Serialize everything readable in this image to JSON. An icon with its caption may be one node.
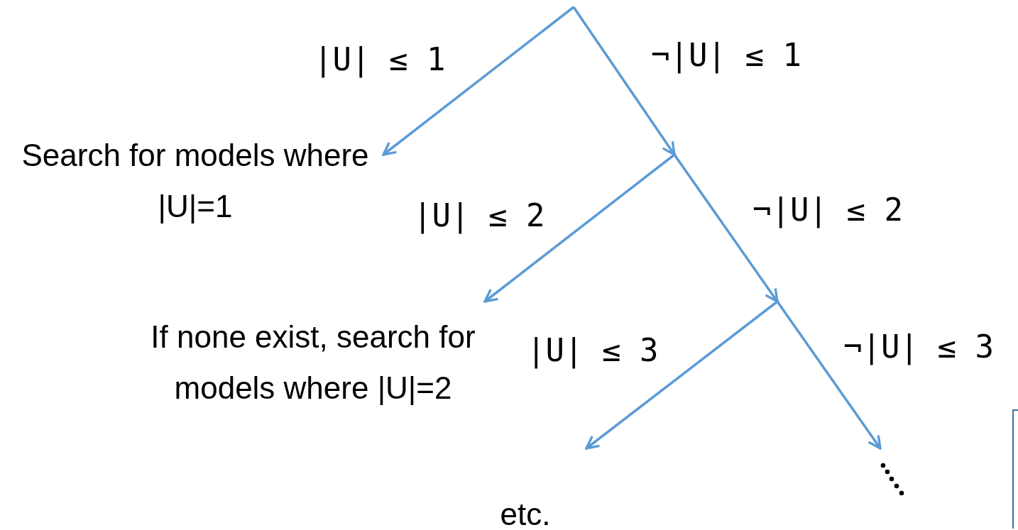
{
  "diagram": {
    "nodes": [
      {
        "text": [
          "Search for models where |U|=1"
        ]
      },
      {
        "text": [],
        "shape": "point"
      },
      {
        "text": [
          "If none exist, search for models where |U|=2"
        ]
      },
      {
        "text": [],
        "shape": "point"
      },
      {
        "text": [
          "etc."
        ]
      },
      {
        "text": [],
        "shape": "dots"
      }
    ],
    "edges": [
      {
        "from": null,
        "to": 0,
        "arrow": "to",
        "label": "|U| ≤ 1"
      },
      {
        "from": null,
        "to": 1,
        "arrow": "to",
        "label": "¬|U| ≤ 1"
      },
      {
        "from": 1,
        "to": 2,
        "arrow": "to",
        "label": "|U| ≤ 2"
      },
      {
        "from": 1,
        "to": 3,
        "arrow": "to",
        "label": "¬|U| ≤ 2"
      },
      {
        "from": 3,
        "to": 4,
        "arrow": "to",
        "label": "|U| ≤ 3"
      },
      {
        "from": 3,
        "to": 5,
        "arrow": "to",
        "label": "¬|U| ≤ 3"
      }
    ]
  }
}
